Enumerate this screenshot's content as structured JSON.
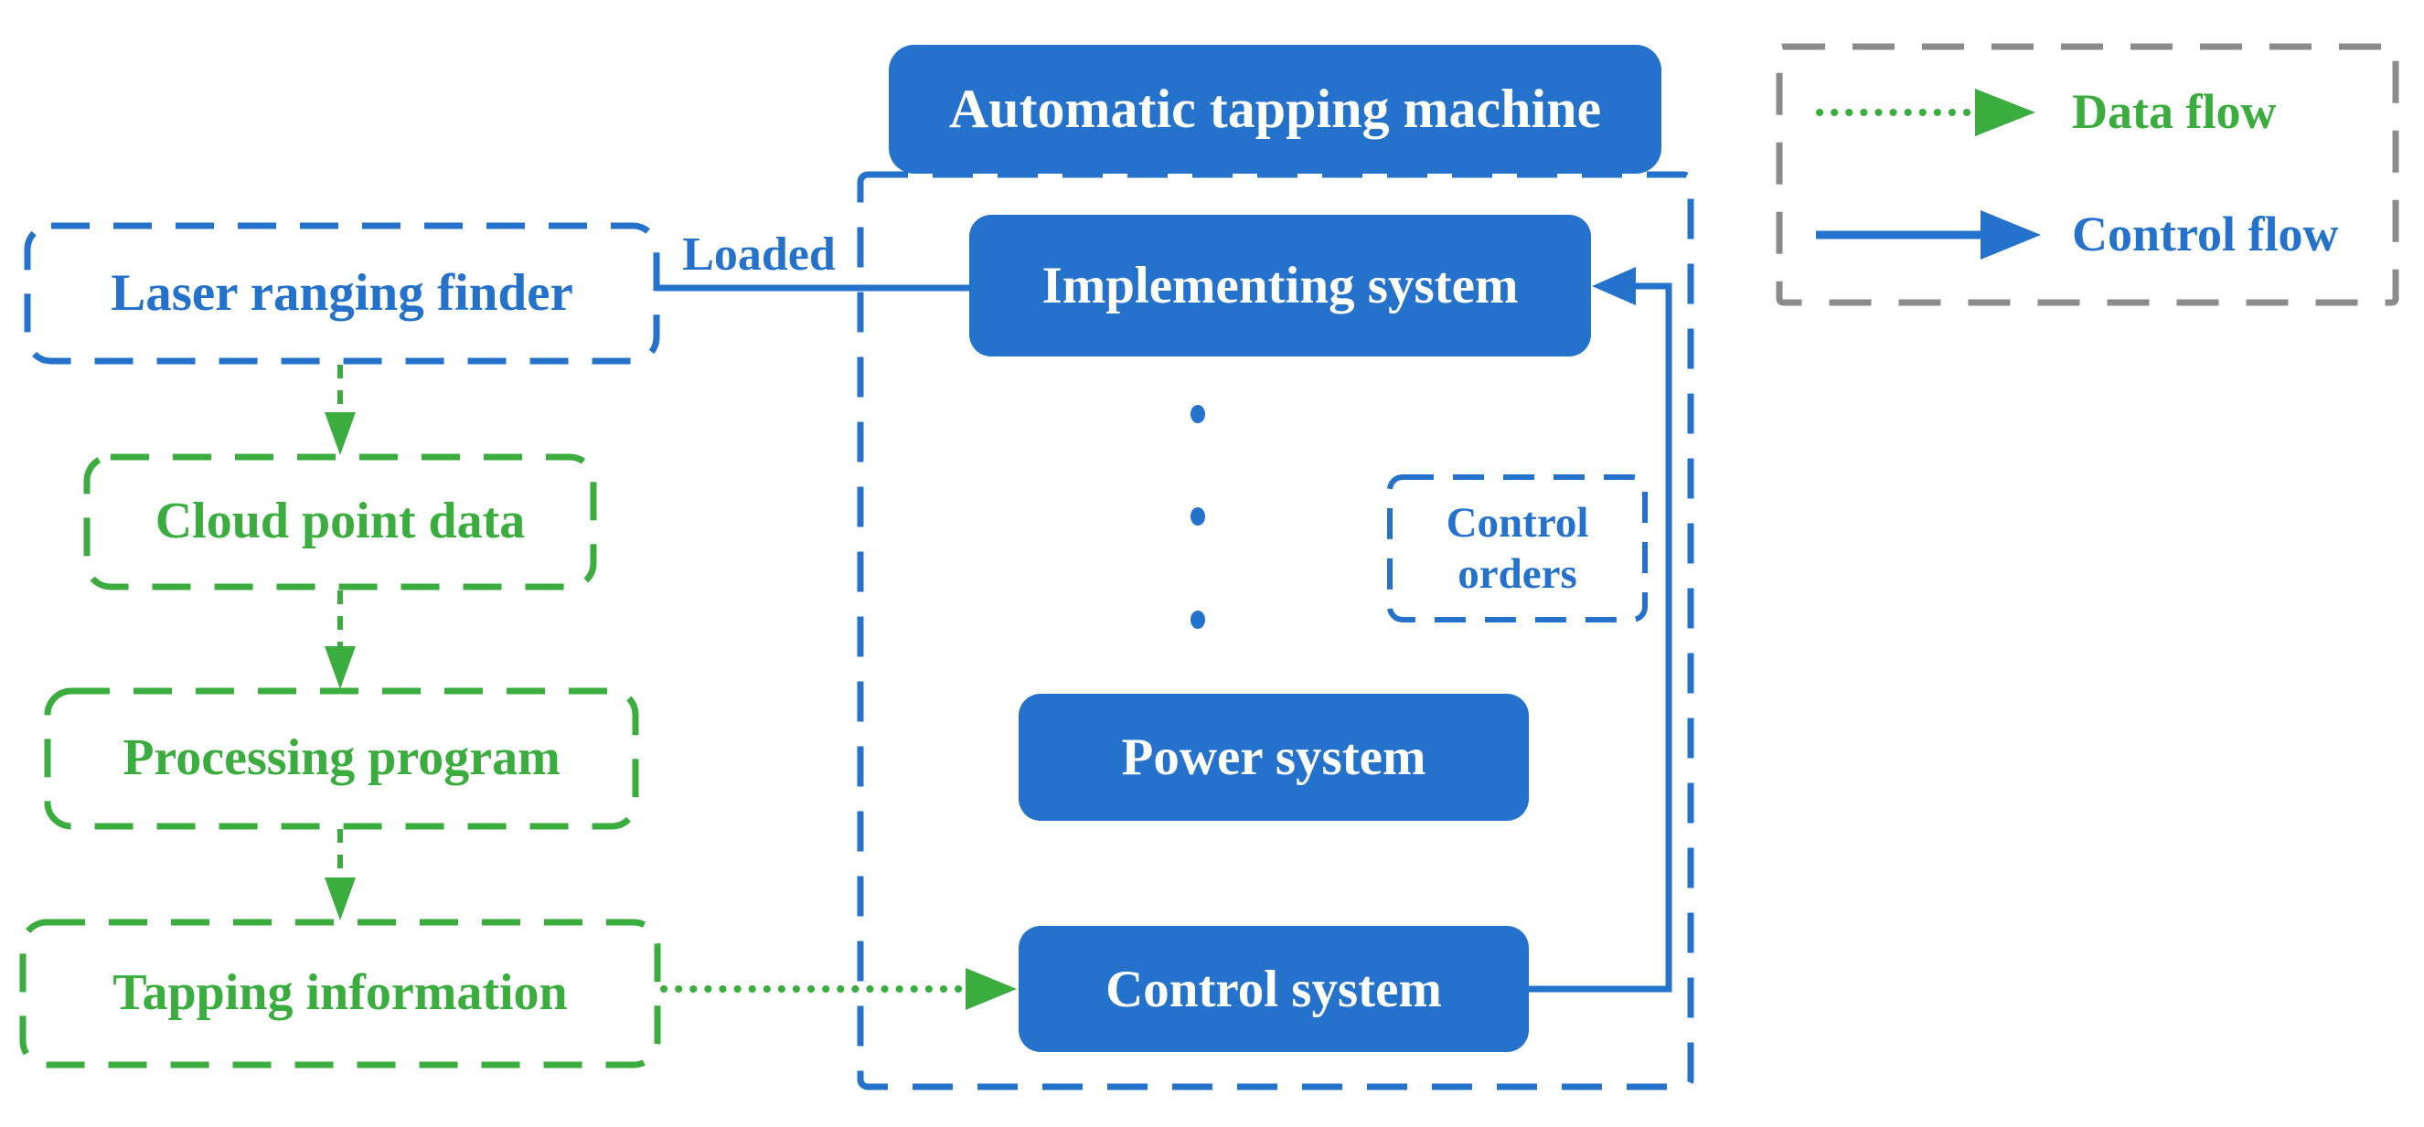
{
  "colors": {
    "blue": "#2472CB",
    "green": "#3BAD3F",
    "gray": "#8B8B8B",
    "filled_box_text": "#FFFFFF"
  },
  "machine": {
    "title": "Automatic tapping machine",
    "implementing_system": "Implementing system",
    "control_orders": "Control orders",
    "power_system": "Power system",
    "control_system": "Control system"
  },
  "left_flow": {
    "laser": "Laser ranging finder",
    "cloud": "Cloud point data",
    "processing": "Processing program",
    "tapping": "Tapping information"
  },
  "edge_labels": {
    "loaded": "Loaded"
  },
  "legend": {
    "data_flow": "Data flow",
    "control_flow": "Control flow"
  }
}
